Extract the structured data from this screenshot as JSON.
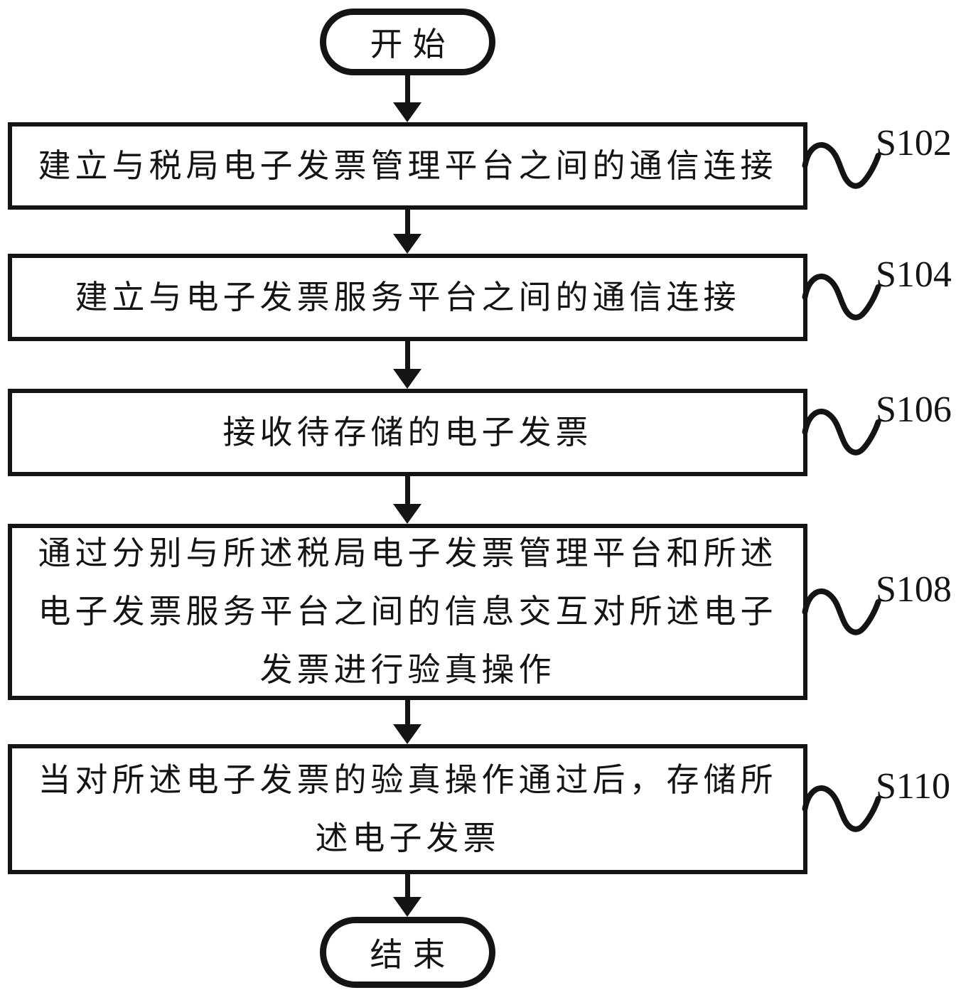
{
  "diagram": {
    "type": "flowchart",
    "start_label": "开始",
    "end_label": "结束",
    "steps": [
      {
        "id": "S102",
        "text": "建立与税局电子发票管理平台之间的通信连接"
      },
      {
        "id": "S104",
        "text": "建立与电子发票服务平台之间的通信连接"
      },
      {
        "id": "S106",
        "text": "接收待存储的电子发票"
      },
      {
        "id": "S108",
        "text": "通过分别与所述税局电子发票管理平台和所述电子发票服务平台之间的信息交互对所述电子发票进行验真操作"
      },
      {
        "id": "S110",
        "text": "当对所述电子发票的验真操作通过后，存储所述电子发票"
      }
    ],
    "colors": {
      "stroke": "#141414",
      "background": "#ffffff"
    }
  }
}
